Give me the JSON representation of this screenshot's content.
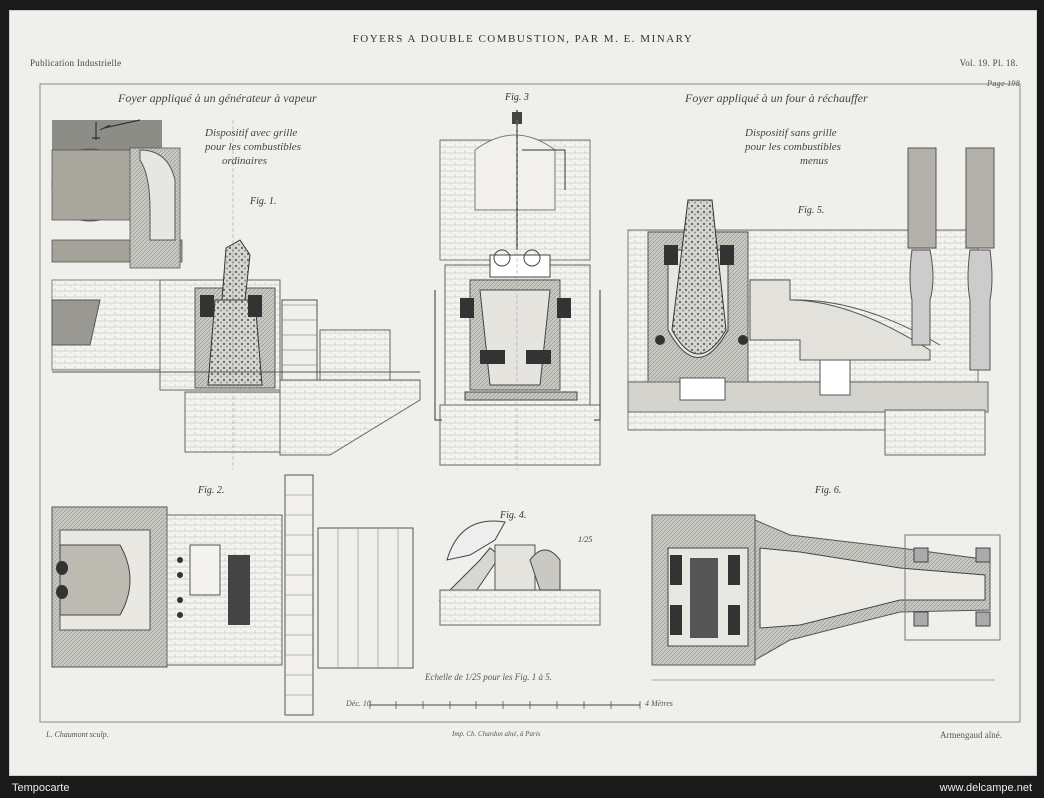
{
  "header": {
    "title": "FOYERS A DOUBLE COMBUSTION, PAR M. E. MINARY",
    "left": "Publication Industrielle",
    "right": "Vol. 19. Pl. 18.",
    "page": "Page 198"
  },
  "captions": {
    "left_title": "Foyer appliqué à un générateur à vapeur",
    "left_sub1": "Dispositif avec grille",
    "left_sub2": "pour les combustibles",
    "left_sub3": "ordinaires",
    "right_title": "Foyer appliqué à un four à réchauffer",
    "right_sub1": "Dispositif sans grille",
    "right_sub2": "pour les combustibles",
    "right_sub3": "menus"
  },
  "figures": {
    "fig1": "Fig. 1.",
    "fig2": "Fig. 2.",
    "fig3": "Fig. 3",
    "fig4": "Fig. 4.",
    "fig5": "Fig. 5.",
    "fig6": "Fig. 6.",
    "fig4_scale": "1/25"
  },
  "scale": {
    "label": "Echelle de 1/25 pour les Fig. 1 à 5.",
    "left_mark": "Déc. 10",
    "right_mark": "4 Mètres"
  },
  "footer": {
    "engraver": "L. Chaumont sculp.",
    "printer": "Imp. Ch. Chardon aîné, à Paris",
    "publisher": "Armengaud aîné."
  },
  "watermarks": {
    "left": "Tempocarte",
    "right": "www.delcampe.net"
  }
}
